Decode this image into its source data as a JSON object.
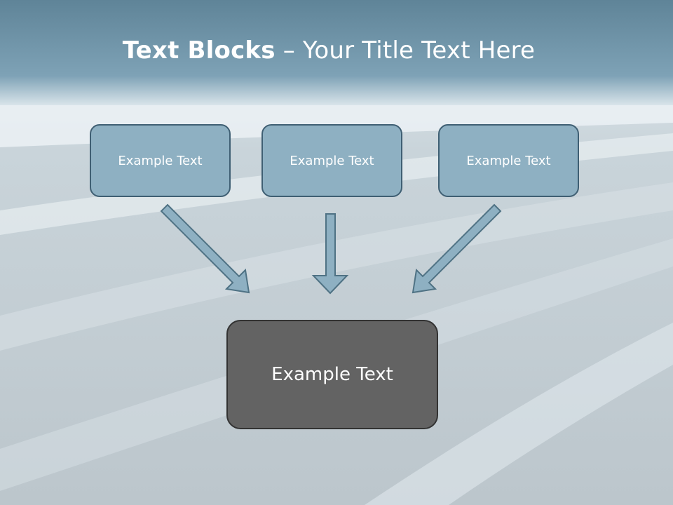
{
  "slide": {
    "title_bold": "Text Blocks",
    "title_sep": " – ",
    "title_rest": "Your Title Text Here"
  },
  "blocks": {
    "top": [
      "Example Text",
      "Example Text",
      "Example Text"
    ],
    "bottom": "Example Text"
  },
  "colors": {
    "box_fill": "#8eb0c2",
    "box_border": "#3f5f73",
    "dark_fill": "#636363",
    "arrow_fill": "#8eb0c2"
  }
}
